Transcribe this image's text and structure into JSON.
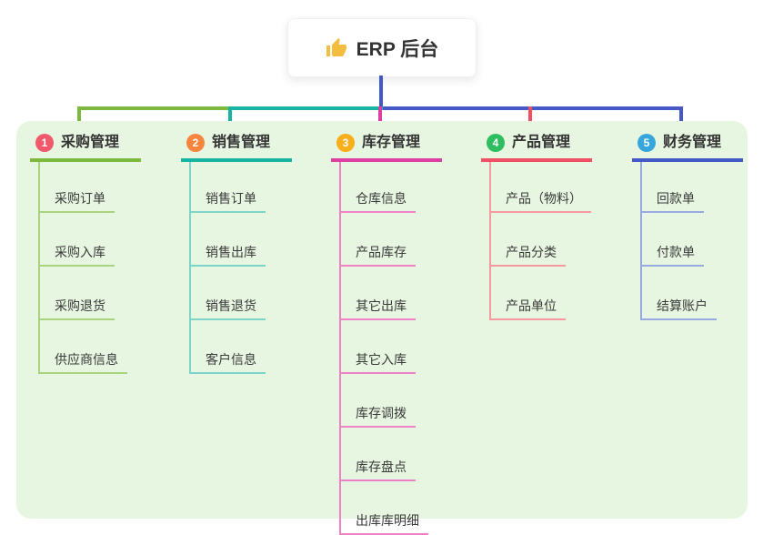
{
  "root": {
    "label": "ERP 后台",
    "icon": "thumbs-up-icon"
  },
  "colors": {
    "panel_bg": "#E7F6E0",
    "stem_blue": "#4459C7",
    "green": "#7CB93E",
    "teal": "#17B3A3",
    "magenta": "#DC3EA2",
    "red": "#F04E63",
    "blue": "#4459C7",
    "thumb_yellow": "#F5BD3E"
  },
  "branches": [
    {
      "num": "1",
      "label": "采购管理",
      "badge_color": "#F0596B",
      "line_color": "#7CB93E",
      "child_line_color": "#A9D37E",
      "children": [
        "采购订单",
        "采购入库",
        "采购退货",
        "供应商信息"
      ]
    },
    {
      "num": "2",
      "label": "销售管理",
      "badge_color": "#F8853E",
      "line_color": "#17B3A3",
      "child_line_color": "#7FD4C9",
      "children": [
        "销售订单",
        "销售出库",
        "销售退货",
        "客户信息"
      ]
    },
    {
      "num": "3",
      "label": "库存管理",
      "badge_color": "#F9AE1B",
      "line_color": "#DC3EA2",
      "child_line_color": "#EE82C4",
      "children": [
        "仓库信息",
        "产品库存",
        "其它出库",
        "其它入库",
        "库存调拨",
        "库存盘点",
        "出库库明细"
      ]
    },
    {
      "num": "4",
      "label": "产品管理",
      "badge_color": "#2EBE5F",
      "line_color": "#F04E63",
      "child_line_color": "#F598A0",
      "children": [
        "产品（物料）",
        "产品分类",
        "产品单位"
      ]
    },
    {
      "num": "5",
      "label": "财务管理",
      "badge_color": "#36A6DC",
      "line_color": "#4459C7",
      "child_line_color": "#97A9DE",
      "children": [
        "回款单",
        "付款单",
        "结算账户"
      ]
    }
  ]
}
